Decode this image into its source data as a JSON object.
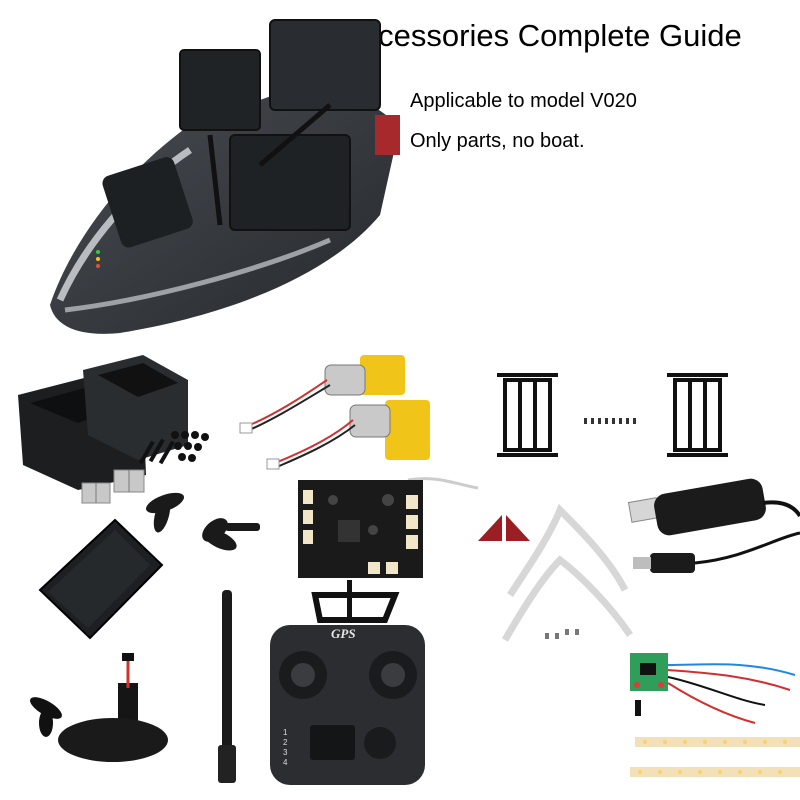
{
  "header": {
    "title": "Accessories Complete Guide",
    "line1": "Applicable to model V020",
    "line2": "Only parts, no boat."
  },
  "remote": {
    "badge": "GPS",
    "buttons": [
      "1",
      "2",
      "3",
      "4"
    ]
  },
  "icons": [
    "boat-image",
    "hopper-boxes",
    "screw-set",
    "hinges",
    "propellers",
    "hatch-cover",
    "gear-motors",
    "control-board",
    "bracket-left",
    "bracket-right",
    "bracket-screws",
    "usb-charging-cable",
    "side-reflectors",
    "bumper-arcs",
    "antenna",
    "remote-controller",
    "release-motor",
    "led-board",
    "led-strips"
  ]
}
